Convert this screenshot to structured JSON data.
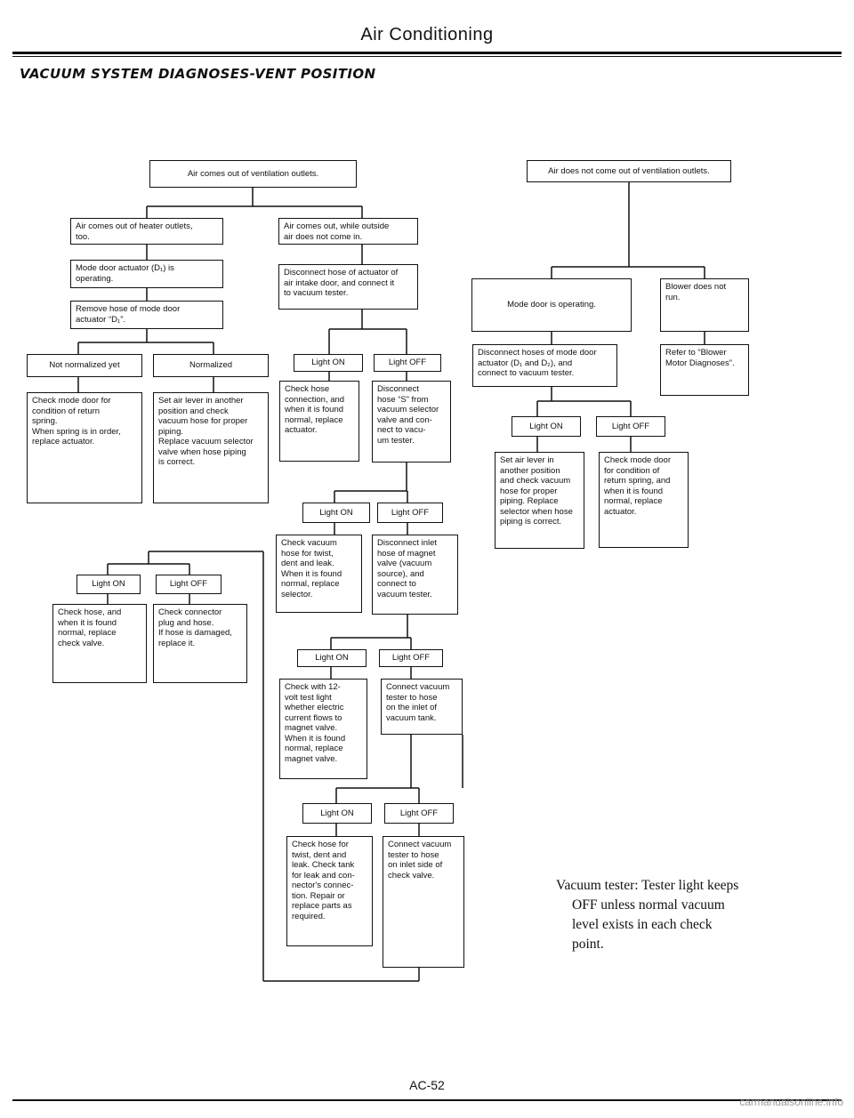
{
  "header": {
    "title": "Air Conditioning"
  },
  "section_title": "VACUUM SYSTEM DIAGNOSES-VENT POSITION",
  "boxes": {
    "b1": "Air comes out of ventilation outlets.",
    "b2": "Air comes out of heater outlets,\ntoo.",
    "b3": "Air comes out, while outside\nair does not come in.",
    "b4": "Mode door actuator (D₁) is\noperating.",
    "b5": "Disconnect hose of actuator of\nair intake door, and connect it\nto vacuum tester.",
    "b6": "Remove hose of mode door\nactuator “D₁”.",
    "b7": "Not normalized yet",
    "b8": "Normalized",
    "b9": "Check mode door for\ncondition of return\nspring.\nWhen spring is in order,\nreplace actuator.",
    "b10": "Set air lever in another\nposition and check\nvacuum hose for proper\npiping.\nReplace vacuum selector\nvalve when hose piping\nis correct.",
    "b11": "Light ON",
    "b12": "Light OFF",
    "b13": "Check hose\nconnection, and\nwhen it is found\nnormal, replace\nactuator.",
    "b14": "Disconnect\nhose “S” from\nvacuum selector\nvalve and con-\nnect to vacu-\num tester.",
    "b15": "Light ON",
    "b16": "Light OFF",
    "b17": "Check vacuum\nhose for twist,\ndent and leak.\nWhen it is found\nnormal, replace\nselector.",
    "b18": "Disconnect inlet\nhose of magnet\nvalve (vacuum\nsource), and\nconnect to\nvacuum tester.",
    "b19": "Light ON",
    "b20": "Light OFF",
    "b21": "Check hose, and\nwhen it is found\nnormal, replace\ncheck valve.",
    "b22": "Check connector\nplug and hose.\nIf hose is damaged,\nreplace it.",
    "b23": "Light ON",
    "b24": "Light OFF",
    "b25": "Check with 12-\nvolt test light\nwhether electric\ncurrent flows to\nmagnet valve.\nWhen it is found\nnormal, replace\nmagnet valve.",
    "b26": "Connect vacuum\ntester to hose\non the inlet of\nvacuum tank.",
    "b27": "Light ON",
    "b28": "Light OFF",
    "b29": "Check hose for\ntwist, dent and\nleak. Check tank\nfor leak and con-\nnector's connec-\ntion. Repair or\nreplace parts as\nrequired.",
    "b30": "Connect vacuum\ntester to hose\non inlet side of\ncheck valve.",
    "r1": "Air does not come out of ventilation outlets.",
    "r2": "Mode door is operating.",
    "r3": "Blower does not\nrun.",
    "r4": "Disconnect hoses of mode door\nactuator (D₁ and D₂), and\nconnect to vacuum tester.",
    "r5": "Refer to “Blower\nMotor Diagnoses”.",
    "r6": "Light ON",
    "r7": "Light OFF",
    "r8": "Set air lever in\nanother position\nand check vacuum\nhose for proper\npiping. Replace\nselector when hose\npiping is correct.",
    "r9": "Check mode door\nfor condition of\nreturn spring, and\nwhen it is found\nnormal, replace\nactuator."
  },
  "note": {
    "line1": "Vacuum tester: Tester light keeps",
    "line2": "OFF unless normal vacuum",
    "line3": "level exists in each check",
    "line4": "point."
  },
  "footer": {
    "page": "AC-52"
  },
  "watermark": "carmanualsonline.info"
}
